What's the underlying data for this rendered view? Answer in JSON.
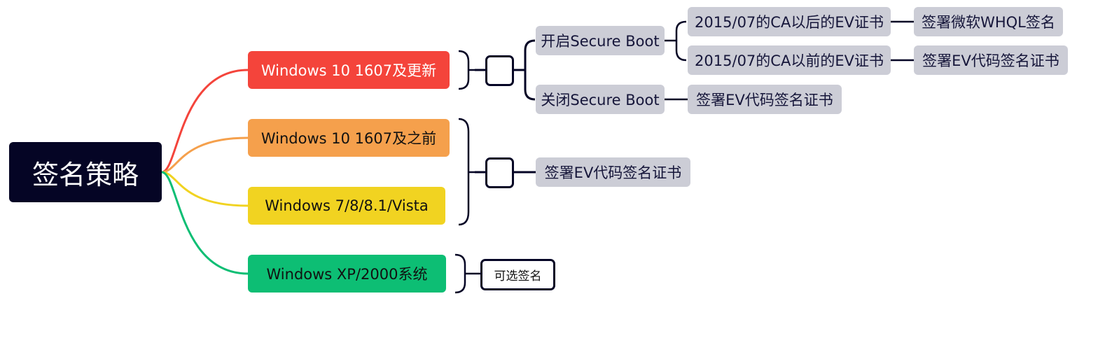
{
  "root": {
    "label": "签名策略"
  },
  "branches": [
    {
      "label": "Windows 10 1607及更新",
      "color": "#f4443b"
    },
    {
      "label": "Windows 10 1607及之前",
      "color": "#f5a04c"
    },
    {
      "label": "Windows 7/8/8.1/Vista",
      "color": "#f1d321"
    },
    {
      "label": "Windows XP/2000系统",
      "color": "#0dbe74"
    }
  ],
  "secure_boot_on": {
    "label": "开启Secure Boot",
    "children": [
      {
        "label": "2015/07的CA以后的EV证书",
        "result": "签署微软WHQL签名"
      },
      {
        "label": "2015/07的CA以前的EV证书",
        "result": "签署EV代码签名证书"
      }
    ]
  },
  "secure_boot_off": {
    "label": "关闭Secure Boot",
    "result": "签署EV代码签名证书"
  },
  "legacy_group_result": "签署EV代码签名证书",
  "optional_sign": "可选签名",
  "colors": {
    "root_bg": "#050525",
    "leaf_bg": "#cccdd6",
    "connector": "#050525"
  }
}
